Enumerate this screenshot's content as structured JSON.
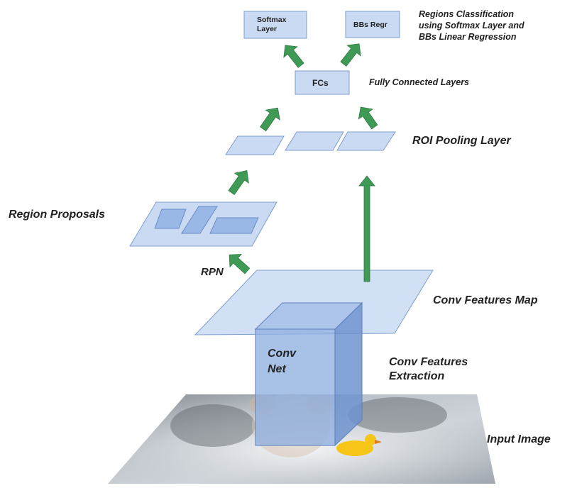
{
  "labels": {
    "softmax_line1": "Softmax",
    "softmax_line2": "Layer",
    "bbs_regr": "BBs Regr",
    "regions_line1": "Regions Classification",
    "regions_line2": "using Softmax Layer and",
    "regions_line3": "BBs Linear Regression",
    "fcs": "FCs",
    "fully_connected": "Fully Connected Layers",
    "roi_pooling": "ROI Pooling Layer",
    "region_proposals": "Region Proposals",
    "rpn": "RPN",
    "conv_features_map": "Conv Features Map",
    "conv_net_line1": "Conv",
    "conv_net_line2": "Net",
    "conv_extraction_line1": "Conv Features",
    "conv_extraction_line2": "Extraction",
    "input_image": "Input Image"
  },
  "colors": {
    "plane_fill": "#c9daf2",
    "plane_stroke": "#7f9fcf",
    "box_fill": "#c9daf2",
    "arrow": "#3f9a55",
    "cube_front": "#8fb0e0",
    "cube_side": "#6f93cf",
    "cube_top": "#a9c2ea"
  },
  "icons": {
    "arrows": "green-up-arrow",
    "input_photo": "rubber-duck-photo"
  }
}
